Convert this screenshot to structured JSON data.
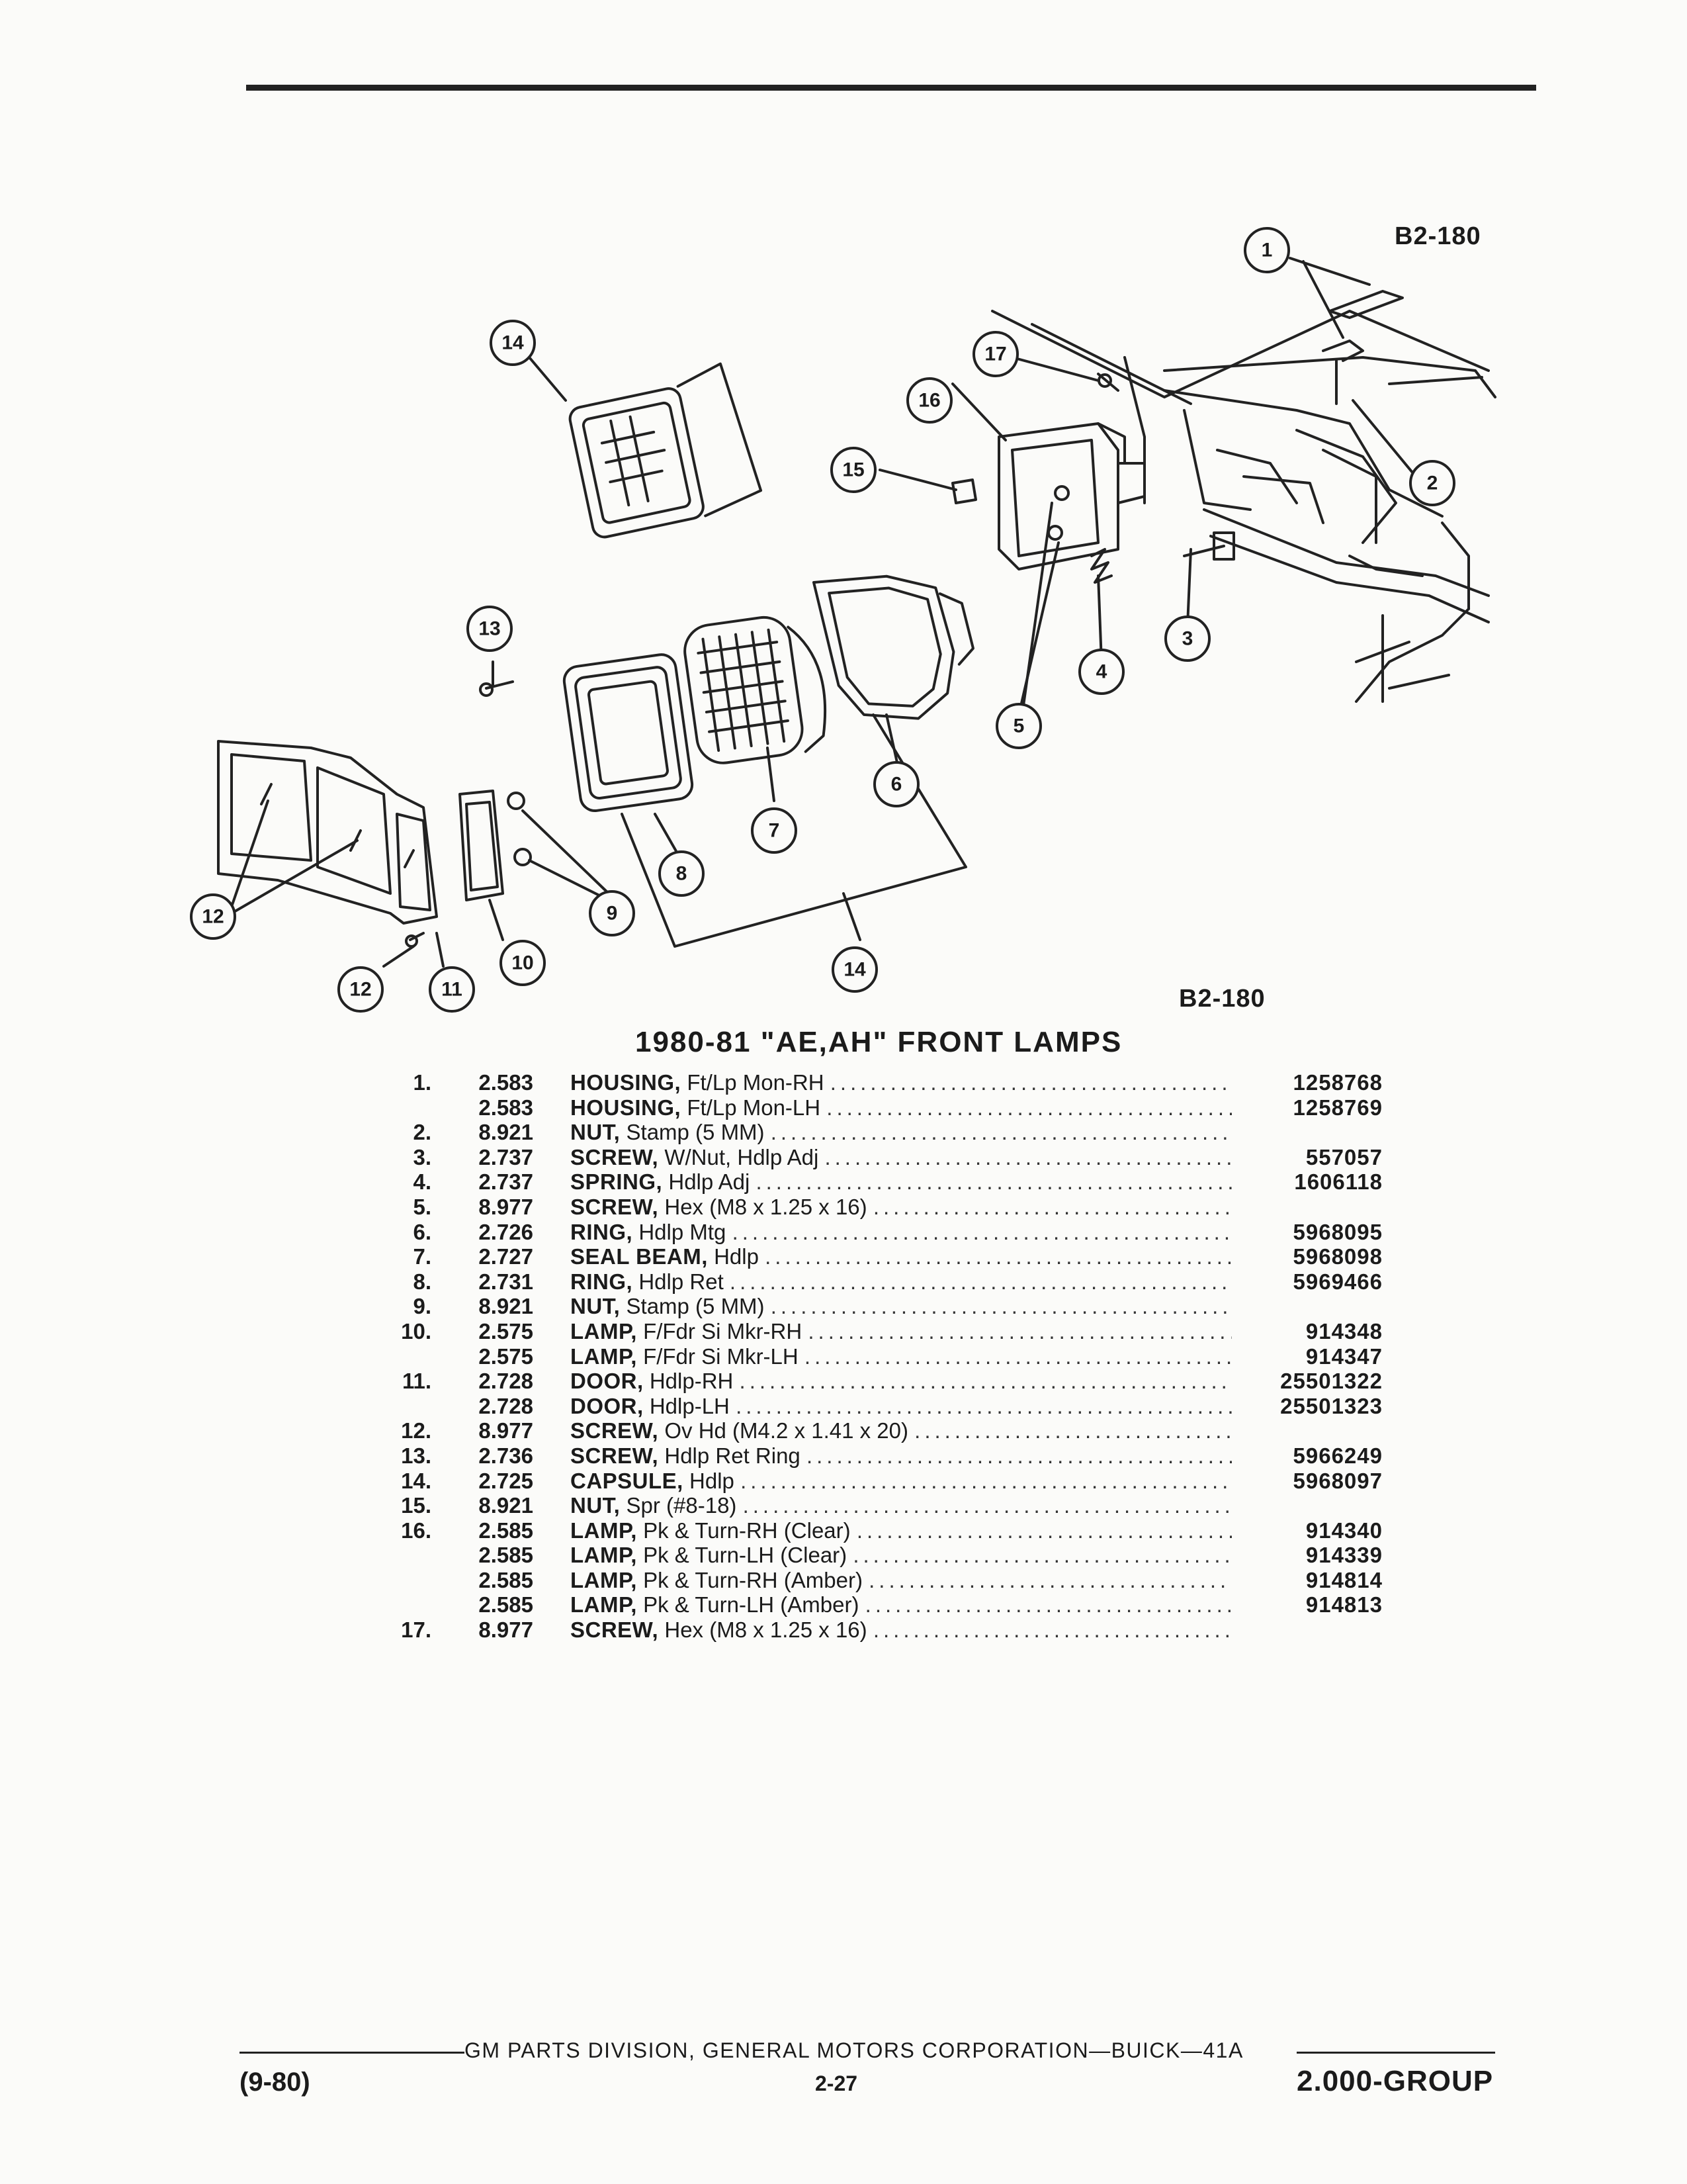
{
  "figure": {
    "ref_code_top": "B2-180",
    "ref_code_bottom": "B2-180",
    "callouts": [
      "1",
      "2",
      "3",
      "4",
      "5",
      "6",
      "7",
      "8",
      "9",
      "10",
      "11",
      "12",
      "12",
      "13",
      "14",
      "14",
      "15",
      "16",
      "17"
    ]
  },
  "section_title": "1980-81 \"AE,AH\" FRONT LAMPS",
  "parts": [
    {
      "num": "1.",
      "group": "2.583",
      "name": "HOUSING,",
      "detail": "Ft/Lp Mon-RH",
      "part_no": "1258768"
    },
    {
      "num": "",
      "group": "2.583",
      "name": "HOUSING,",
      "detail": "Ft/Lp Mon-LH",
      "part_no": "1258769"
    },
    {
      "num": "2.",
      "group": "8.921",
      "name": "NUT,",
      "detail": "Stamp (5 MM)",
      "part_no": ""
    },
    {
      "num": "3.",
      "group": "2.737",
      "name": "SCREW,",
      "detail": "W/Nut, Hdlp Adj",
      "part_no": "557057"
    },
    {
      "num": "4.",
      "group": "2.737",
      "name": "SPRING,",
      "detail": "Hdlp Adj",
      "part_no": "1606118"
    },
    {
      "num": "5.",
      "group": "8.977",
      "name": "SCREW,",
      "detail": "Hex (M8 x 1.25 x 16)",
      "part_no": ""
    },
    {
      "num": "6.",
      "group": "2.726",
      "name": "RING,",
      "detail": "Hdlp Mtg",
      "part_no": "5968095"
    },
    {
      "num": "7.",
      "group": "2.727",
      "name": "SEAL BEAM,",
      "detail": "Hdlp",
      "part_no": "5968098"
    },
    {
      "num": "8.",
      "group": "2.731",
      "name": "RING,",
      "detail": "Hdlp Ret",
      "part_no": "5969466"
    },
    {
      "num": "9.",
      "group": "8.921",
      "name": "NUT,",
      "detail": "Stamp (5 MM)",
      "part_no": ""
    },
    {
      "num": "10.",
      "group": "2.575",
      "name": "LAMP,",
      "detail": "F/Fdr Si Mkr-RH",
      "part_no": "914348"
    },
    {
      "num": "",
      "group": "2.575",
      "name": "LAMP,",
      "detail": "F/Fdr Si Mkr-LH",
      "part_no": "914347"
    },
    {
      "num": "11.",
      "group": "2.728",
      "name": "DOOR,",
      "detail": "Hdlp-RH",
      "part_no": "25501322"
    },
    {
      "num": "",
      "group": "2.728",
      "name": "DOOR,",
      "detail": "Hdlp-LH",
      "part_no": "25501323"
    },
    {
      "num": "12.",
      "group": "8.977",
      "name": "SCREW,",
      "detail": "Ov Hd (M4.2 x 1.41 x 20)",
      "part_no": ""
    },
    {
      "num": "13.",
      "group": "2.736",
      "name": "SCREW,",
      "detail": "Hdlp Ret Ring",
      "part_no": "5966249"
    },
    {
      "num": "14.",
      "group": "2.725",
      "name": "CAPSULE,",
      "detail": "Hdlp",
      "part_no": "5968097"
    },
    {
      "num": "15.",
      "group": "8.921",
      "name": "NUT,",
      "detail": "Spr (#8-18)",
      "part_no": ""
    },
    {
      "num": "16.",
      "group": "2.585",
      "name": "LAMP,",
      "detail": "Pk & Turn-RH (Clear)",
      "part_no": "914340"
    },
    {
      "num": "",
      "group": "2.585",
      "name": "LAMP,",
      "detail": "Pk & Turn-LH (Clear)",
      "part_no": "914339"
    },
    {
      "num": "",
      "group": "2.585",
      "name": "LAMP,",
      "detail": "Pk & Turn-RH (Amber)",
      "part_no": "914814"
    },
    {
      "num": "",
      "group": "2.585",
      "name": "LAMP,",
      "detail": "Pk & Turn-LH (Amber)",
      "part_no": "914813"
    },
    {
      "num": "17.",
      "group": "8.977",
      "name": "SCREW,",
      "detail": "Hex (M8 x 1.25 x 16)",
      "part_no": ""
    }
  ],
  "footer": {
    "center": "GM PARTS DIVISION, GENERAL MOTORS CORPORATION—BUICK—41A",
    "date": "(9-80)",
    "page": "2-27",
    "group": "2.000-GROUP"
  }
}
